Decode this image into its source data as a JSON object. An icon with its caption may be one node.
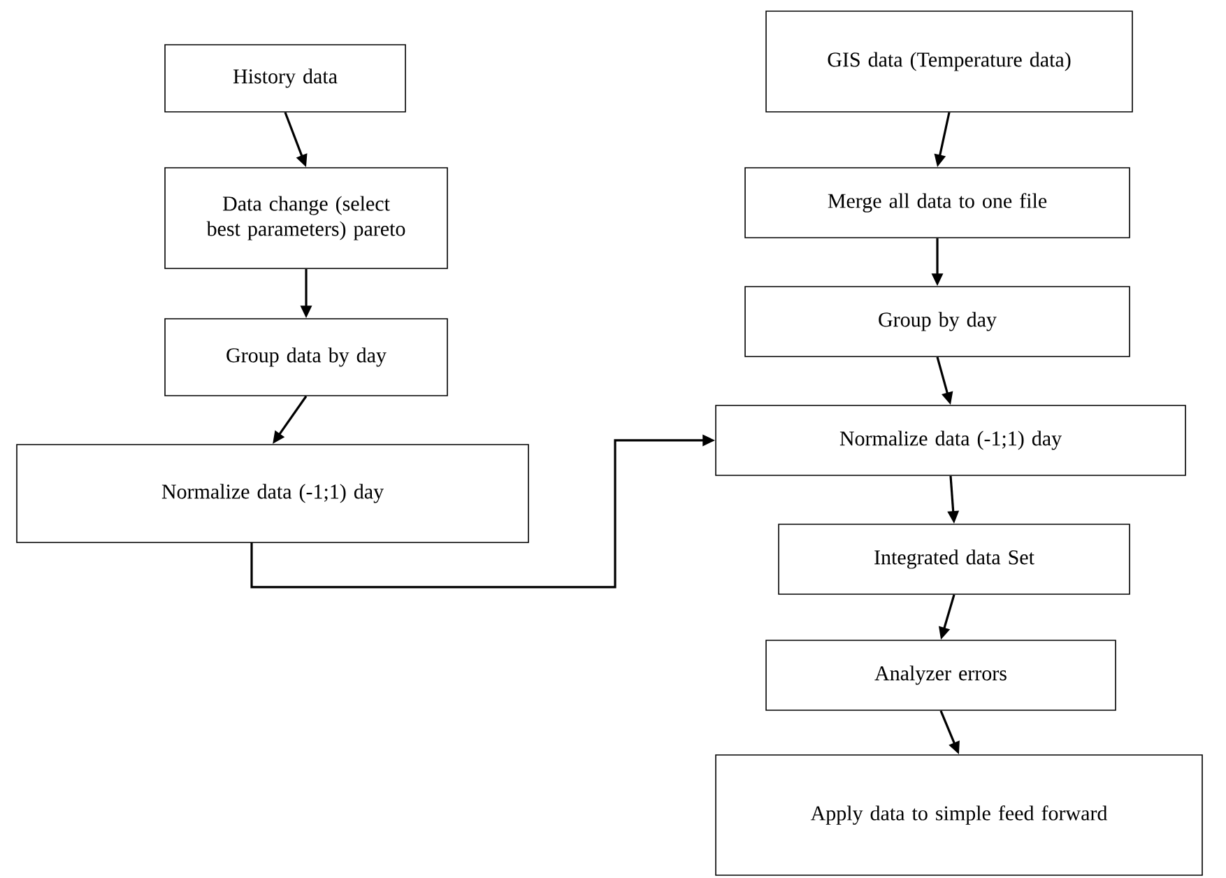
{
  "diagram": {
    "nodes": [
      {
        "text": [
          "History data"
        ]
      },
      {
        "text": [
          "Data change (select best parameters) pareto"
        ]
      },
      {
        "text": [
          "Group data by day"
        ]
      },
      {
        "text": [
          "Normalize data (-1;1) day"
        ]
      },
      {
        "text": [
          "GIS data (Temperature data)"
        ]
      },
      {
        "text": [
          "Merge all data to one file"
        ]
      },
      {
        "text": [
          "Group by day"
        ]
      },
      {
        "text": [
          "Normalize data (-1;1) day"
        ]
      },
      {
        "text": [
          "Integrated data Set"
        ]
      },
      {
        "text": [
          "Analyzer errors"
        ]
      },
      {
        "text": [
          "Apply data to simple feed forward"
        ]
      }
    ],
    "edges": [
      {
        "from": 0,
        "to": 1,
        "arrow": "to"
      },
      {
        "from": 1,
        "to": 2,
        "arrow": "to"
      },
      {
        "from": 2,
        "to": 3,
        "arrow": "to"
      },
      {
        "from": 3,
        "to": 7,
        "arrow": "to"
      },
      {
        "from": 4,
        "to": 5,
        "arrow": "to"
      },
      {
        "from": 5,
        "to": 6,
        "arrow": "to"
      },
      {
        "from": 6,
        "to": 7,
        "arrow": "to"
      },
      {
        "from": 7,
        "to": 8,
        "arrow": "to"
      },
      {
        "from": 8,
        "to": 9,
        "arrow": "to"
      },
      {
        "from": 9,
        "to": 10,
        "arrow": "to"
      }
    ]
  }
}
